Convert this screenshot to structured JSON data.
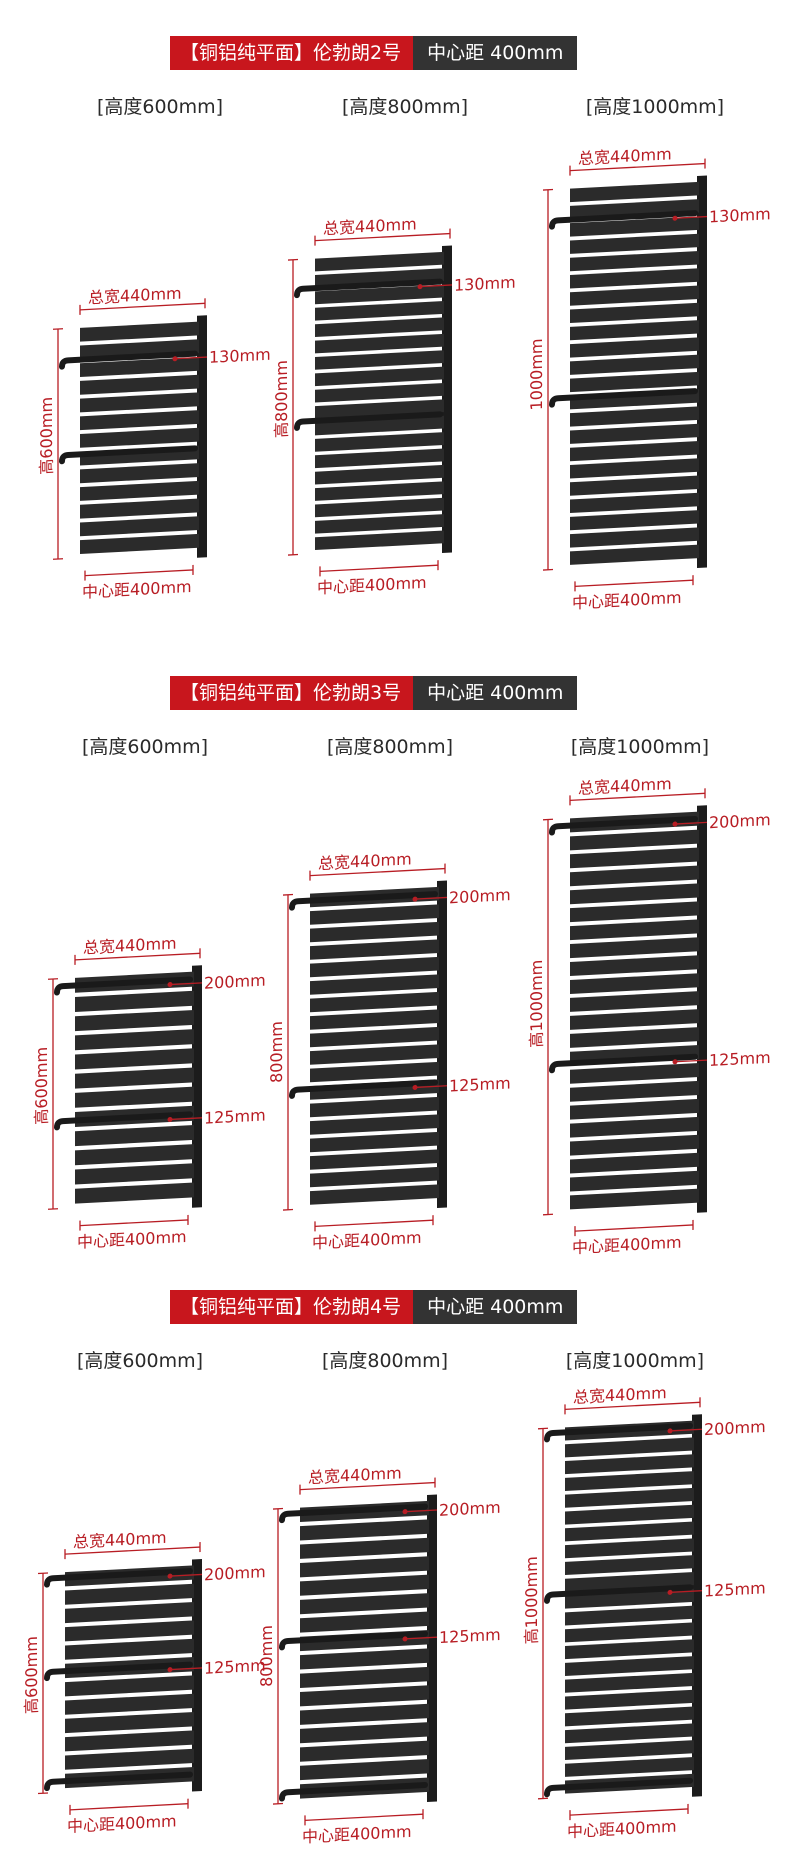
{
  "colors": {
    "accent_red": "#c8161d",
    "dark_label": "#333333",
    "dimension_red": "#b81d24",
    "radiator": "#2b2b2b"
  },
  "sections": [
    {
      "series_label": "【铜铝纯平面】伦勃朗2号",
      "center_distance_label": "中心距 400mm",
      "variants": [
        {
          "title": "[高度600mm]",
          "width_label": "总宽440mm",
          "height_label": "高600mm",
          "center_label": "中心距400mm",
          "callout_top": "130mm"
        },
        {
          "title": "[高度800mm]",
          "width_label": "总宽440mm",
          "height_label": "高800mm",
          "center_label": "中心距400mm",
          "callout_top": "130mm"
        },
        {
          "title": "[高度1000mm]",
          "width_label": "总宽440mm",
          "height_label": "1000mm",
          "center_label": "中心距400mm",
          "callout_top": "130mm"
        }
      ]
    },
    {
      "series_label": "【铜铝纯平面】伦勃朗3号",
      "center_distance_label": "中心距 400mm",
      "variants": [
        {
          "title": "[高度600mm]",
          "width_label": "总宽440mm",
          "height_label": "高600mm",
          "center_label": "中心距400mm",
          "callout_top": "200mm",
          "callout_mid": "125mm"
        },
        {
          "title": "[高度800mm]",
          "width_label": "总宽440mm",
          "height_label": "800mm",
          "center_label": "中心距400mm",
          "callout_top": "200mm",
          "callout_mid": "125mm"
        },
        {
          "title": "[高度1000mm]",
          "width_label": "总宽440mm",
          "height_label": "高1000mm",
          "center_label": "中心距400mm",
          "callout_top": "200mm",
          "callout_mid": "125mm"
        }
      ]
    },
    {
      "series_label": "【铜铝纯平面】伦勃朗4号",
      "center_distance_label": "中心距 400mm",
      "variants": [
        {
          "title": "[高度600mm]",
          "width_label": "总宽440mm",
          "height_label": "高600mm",
          "center_label": "中心距400mm",
          "callout_top": "200mm",
          "callout_mid": "125mm"
        },
        {
          "title": "[高度800mm]",
          "width_label": "总宽440mm",
          "height_label": "800mm",
          "center_label": "中心距400mm",
          "callout_top": "200mm",
          "callout_mid": "125mm"
        },
        {
          "title": "[高度1000mm]",
          "width_label": "总宽440mm",
          "height_label": "高1000mm",
          "center_label": "中心距400mm",
          "callout_top": "200mm",
          "callout_mid": "125mm"
        }
      ]
    }
  ]
}
